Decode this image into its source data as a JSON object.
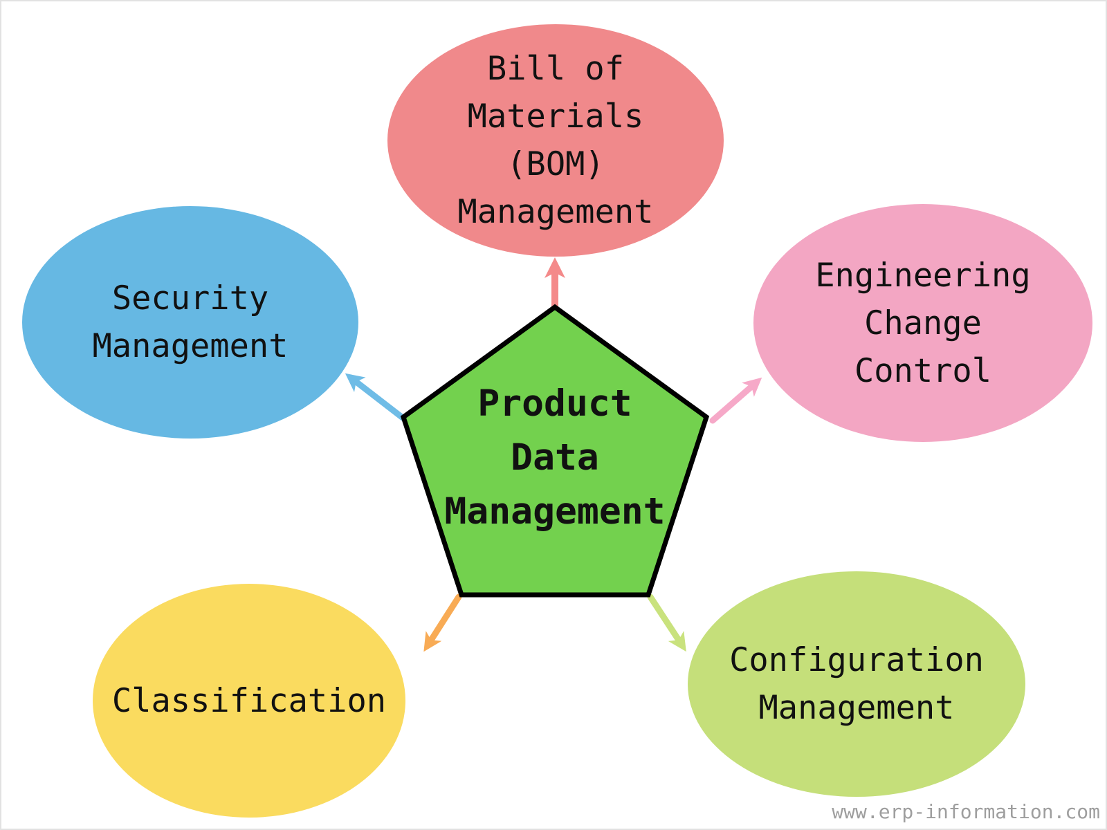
{
  "page": {
    "background_color": "#FFFFFF",
    "frame_border_color": "#E2E2E2"
  },
  "diagram": {
    "center": {
      "label_lines": [
        "Product",
        "Data",
        "Management"
      ],
      "fill_color": "#73D14E",
      "border_color": "#000000"
    },
    "nodes": [
      {
        "id": "bill-of-materials-management",
        "label_lines": [
          "Bill of",
          "Materials",
          "(BOM)",
          "Management"
        ],
        "fill_color": "#F0898B",
        "arrow_color": "#F48A8A"
      },
      {
        "id": "security-management",
        "label_lines": [
          "Security",
          "Management"
        ],
        "fill_color": "#66B8E3",
        "arrow_color": "#6FBCE6"
      },
      {
        "id": "engineering-change-control",
        "label_lines": [
          "Engineering",
          "Change",
          "Control"
        ],
        "fill_color": "#F3A6C3",
        "arrow_color": "#F6A9C8"
      },
      {
        "id": "classification",
        "label_lines": [
          "Classification"
        ],
        "fill_color": "#FADB5F",
        "arrow_color": "#F8AB55"
      },
      {
        "id": "configuration-management",
        "label_lines": [
          "Configuration",
          "Management"
        ],
        "fill_color": "#C5DF7A",
        "arrow_color": "#C9E27D"
      }
    ],
    "watermark": "www.erp-information.com"
  }
}
